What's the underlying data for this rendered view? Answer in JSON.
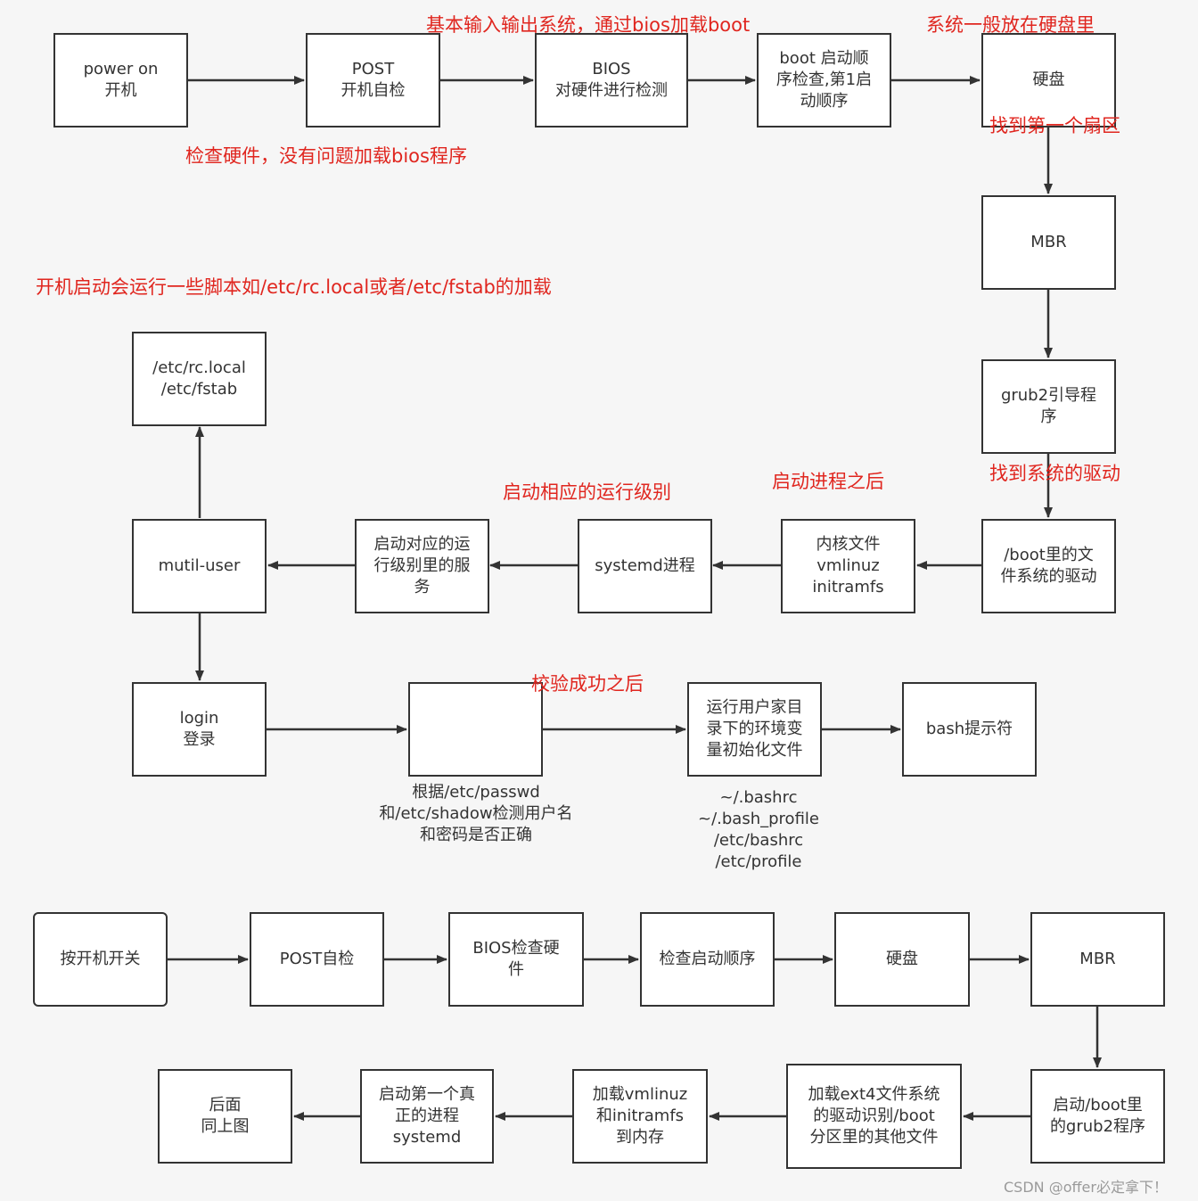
{
  "boxes": {
    "power_on": "power on\n开机",
    "post": "POST\n开机自检",
    "bios": "BIOS\n对硬件进行检测",
    "boot_order": "boot 启动顺\n序检查,第1启\n动顺序",
    "disk": "硬盘",
    "mbr": "MBR",
    "grub2": "grub2引导程\n序",
    "boot_driver": "/boot里的文\n件系统的驱动",
    "kernel": "内核文件\nvmlinuz\ninitramfs",
    "systemd": "systemd进程",
    "run_service": "启动对应的运\n行级别里的服\n务",
    "multi_user": "mutil-user",
    "rc_local": "/etc/rc.local\n/etc/fstab",
    "login": "login\n登录",
    "check": "",
    "env_init": "运行用户家目\n录下的环境变\n量初始化文件",
    "bash_prompt": "bash提示符",
    "switch": "按开机开关",
    "post2": "POST自检",
    "bios2": "BIOS检查硬\n件",
    "check_boot": "检查启动顺序",
    "disk2": "硬盘",
    "mbr2": "MBR",
    "grub2_2": "启动/boot里\n的grub2程序",
    "ext4": "加载ext4文件系统\n的驱动识别/boot\n分区里的其他文件",
    "load_kernel": "加载vmlinuz\n和initramfs\n到内存",
    "first_process": "启动第一个真\n正的进程\nsystemd",
    "same_above": "后面\n同上图"
  },
  "notes": {
    "bios_basic": "基本输入输出系统，通过bios加载boot",
    "disk_place": "系统一般放在硬盘里",
    "first_sector": "找到第一个扇区",
    "check_hw": "检查硬件，没有问题加载bios程序",
    "startup_scripts": "开机启动会运行一些脚本如/etc/rc.local或者/etc/fstab的加载",
    "find_driver": "找到系统的驱动",
    "after_process": "启动进程之后",
    "run_level": "启动相应的运行级别",
    "verify_ok": "校验成功之后"
  },
  "captions": {
    "passwd": "根据/etc/passwd\n和/etc/shadow检测用户名\n和密码是否正确",
    "env_files": "~/.bashrc\n~/.bash_profile\n/etc/bashrc\n/etc/profile"
  },
  "watermark": "CSDN @offer必定拿下！",
  "colors": {
    "note": "#e0261f",
    "border": "#333333",
    "background": "#f6f6f6"
  }
}
